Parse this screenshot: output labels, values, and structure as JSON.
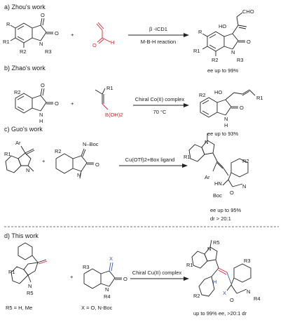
{
  "sections": [
    {
      "header": "a) Zhou's work",
      "plus": "+",
      "reagent_label": "H",
      "cond_top": "β -ICD1",
      "cond_bottom": "M-B-H reaction",
      "result_lines": [
        "ee up to 99%"
      ],
      "labels": {
        "R": "R",
        "R1": "R1",
        "R2": "R2",
        "R3": "R3",
        "N": "N",
        "O": "O",
        "HO": "HO",
        "CHO": "CHO"
      }
    },
    {
      "header": "b) Zhao's work",
      "plus": "+",
      "reagent_label": "B(OH)2",
      "cond_top": "Chiral Co(II) complex",
      "cond_bottom": "70 °C",
      "result_lines": [
        "ee up to 93%"
      ],
      "labels": {
        "R1": "R1",
        "R2": "R2",
        "NH": "N",
        "H": "H",
        "HO": "HO"
      }
    },
    {
      "header": "c) Guo's work",
      "plus": "+",
      "reagent_label": "N–Boc",
      "cond_top": "Cu(OTf)2+Box ligand",
      "cond_bottom": "",
      "result_lines": [
        "ee up to 95%",
        "dr > 20:1"
      ],
      "labels": {
        "Ar": "Ar",
        "R1": "R1",
        "R2": "R2",
        "N": "N",
        "HN": "HN",
        "Boc": "Boc",
        "O": "O"
      }
    },
    {
      "header": "d) This work",
      "plus": "+",
      "reagent_label": "X",
      "cond_top": "Chiral Cu(II) complex",
      "cond_bottom": "",
      "result_lines": [
        "up to 99% ee, >20:1 dr"
      ],
      "notes": [
        "R5 = H, Me",
        "X = O, N-Boc"
      ],
      "labels": {
        "R1": "R1",
        "R2": "R2",
        "R3": "R3",
        "R4": "R4",
        "R5": "R5",
        "N": "N",
        "O": "O",
        "H": "H",
        "X": "X"
      }
    }
  ],
  "colors": {
    "accent_red": "#e0202a",
    "accent_blue": "#3a55c8"
  }
}
